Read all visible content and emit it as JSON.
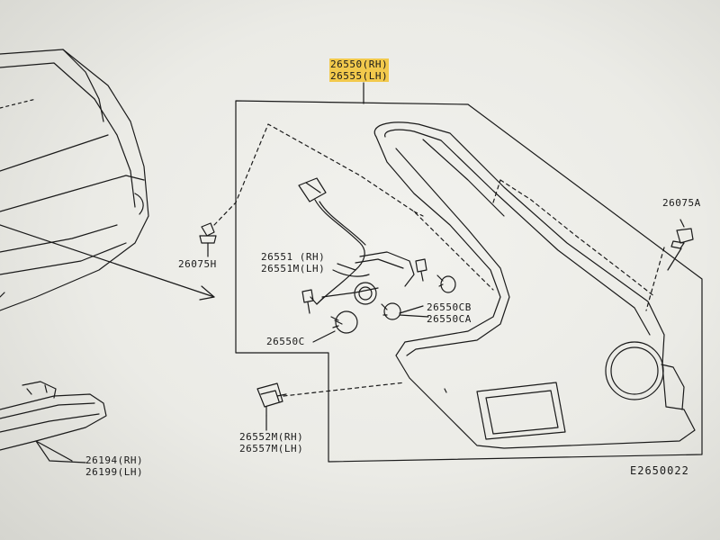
{
  "labels": {
    "lamp_rh": "26550(RH)",
    "lamp_lh": "26555(LH)",
    "clip_left": "26075H",
    "clip_right": "26075A",
    "harness_rh": "26551 (RH)",
    "harness_lh": "26551M(LH)",
    "bulb_cb": "26550CB",
    "bulb_ca": "26550CA",
    "bulb_c": "26550C",
    "socket_rh": "26552M(RH)",
    "socket_lh": "26557M(LH)",
    "fog_rh": "26194(RH)",
    "fog_lh": "26199(LH)",
    "ref_code": "E2650022"
  },
  "colors": {
    "highlight": "#f2c94c",
    "line": "#1a1a1a",
    "paper": "#ecece7"
  }
}
